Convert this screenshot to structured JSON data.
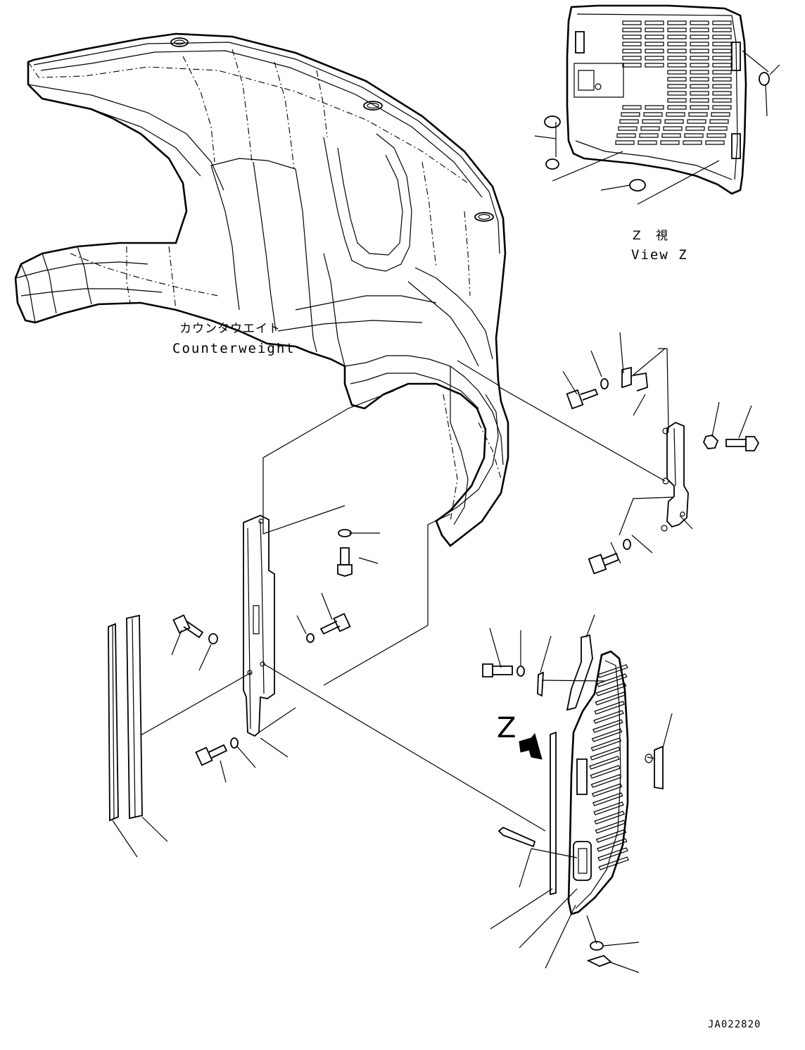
{
  "labels": {
    "counterweight_jp": "カウンタウエイト",
    "counterweight_en": "Counterweight",
    "view_z_jp": "Z 視",
    "view_z_en": "View Z",
    "z_arrow": "Z",
    "drawing_code": "JA022820"
  },
  "parts": [
    "counterweight",
    "grille-view-z",
    "grille-cover",
    "bracket-left",
    "bracket-right",
    "bolt",
    "washer",
    "nut",
    "clip",
    "seal-strip",
    "spacer-bar",
    "handle",
    "latch",
    "snap-pin"
  ]
}
